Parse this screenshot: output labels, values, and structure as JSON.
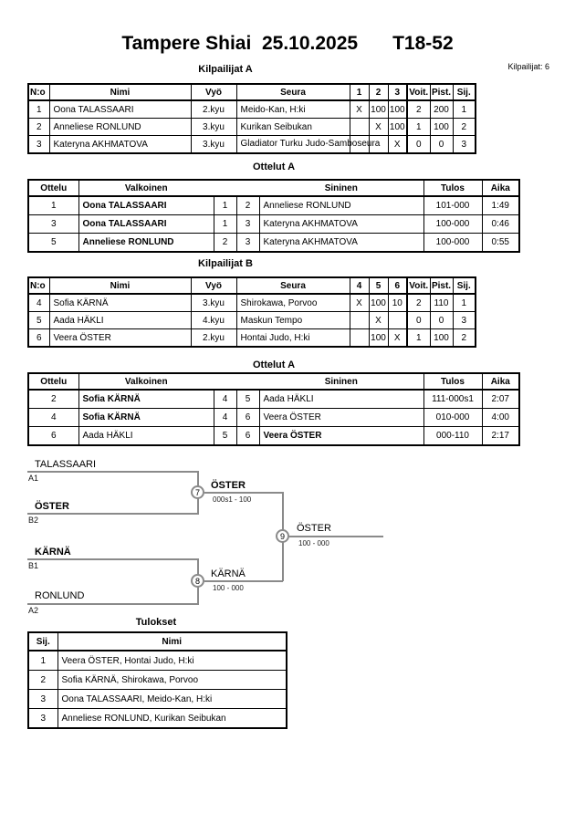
{
  "page": {
    "title_main": "Tampere Shiai  25.10.2025",
    "title_class": "T18-52",
    "competitors_count_label": "Kilpailijat: 6"
  },
  "kilpailijat_a": {
    "heading": "Kilpailijat A",
    "columns": {
      "no": "N:o",
      "name": "Nimi",
      "belt": "Vyö",
      "club": "Seura",
      "m1": "1",
      "m2": "2",
      "m3": "3",
      "wins": "Voit.",
      "points": "Pist.",
      "place": "Sij."
    },
    "rows": [
      {
        "no": "1",
        "name": "Oona TALASSAARI",
        "belt": "2.kyu",
        "club": "Meido-Kan, H:ki",
        "m1": "X",
        "m2": "100",
        "m3": "100",
        "wins": "2",
        "points": "200",
        "place": "1"
      },
      {
        "no": "2",
        "name": "Anneliese RONLUND",
        "belt": "3.kyu",
        "club": "Kurikan Seibukan",
        "m1": "",
        "m2": "X",
        "m3": "100",
        "wins": "1",
        "points": "100",
        "place": "2"
      },
      {
        "no": "3",
        "name": "Kateryna AKHMATOVA",
        "belt": "3.kyu",
        "club": "Gladiator Turku Judo-Samboseura",
        "m1": "",
        "m2": "",
        "m3": "X",
        "wins": "0",
        "points": "0",
        "place": "3"
      }
    ]
  },
  "ottelut_a": {
    "heading": "Ottelut A",
    "columns": {
      "match": "Ottelu",
      "white": "Valkoinen",
      "blue": "Sininen",
      "result": "Tulos",
      "time": "Aika"
    },
    "rows": [
      {
        "match": "1",
        "white": "Oona TALASSAARI",
        "white_no": "1",
        "blue_no": "2",
        "blue": "Anneliese RONLUND",
        "result": "101-000",
        "time": "1:49",
        "winner": "white"
      },
      {
        "match": "3",
        "white": "Oona TALASSAARI",
        "white_no": "1",
        "blue_no": "3",
        "blue": "Kateryna AKHMATOVA",
        "result": "100-000",
        "time": "0:46",
        "winner": "white"
      },
      {
        "match": "5",
        "white": "Anneliese RONLUND",
        "white_no": "2",
        "blue_no": "3",
        "blue": "Kateryna AKHMATOVA",
        "result": "100-000",
        "time": "0:55",
        "winner": "white"
      }
    ]
  },
  "kilpailijat_b": {
    "heading": "Kilpailijat B",
    "columns": {
      "no": "N:o",
      "name": "Nimi",
      "belt": "Vyö",
      "club": "Seura",
      "m1": "4",
      "m2": "5",
      "m3": "6",
      "wins": "Voit.",
      "points": "Pist.",
      "place": "Sij."
    },
    "rows": [
      {
        "no": "4",
        "name": "Sofia KÄRNÄ",
        "belt": "3.kyu",
        "club": "Shirokawa, Porvoo",
        "m1": "X",
        "m2": "100",
        "m3": "10",
        "wins": "2",
        "points": "110",
        "place": "1"
      },
      {
        "no": "5",
        "name": "Aada HÄKLI",
        "belt": "4.kyu",
        "club": "Maskun Tempo",
        "m1": "",
        "m2": "X",
        "m3": "",
        "wins": "0",
        "points": "0",
        "place": "3"
      },
      {
        "no": "6",
        "name": "Veera ÖSTER",
        "belt": "2.kyu",
        "club": "Hontai Judo, H:ki",
        "m1": "",
        "m2": "100",
        "m3": "X",
        "wins": "1",
        "points": "100",
        "place": "2"
      }
    ]
  },
  "ottelut_b": {
    "heading": "Ottelut A",
    "columns": {
      "match": "Ottelu",
      "white": "Valkoinen",
      "blue": "Sininen",
      "result": "Tulos",
      "time": "Aika"
    },
    "rows": [
      {
        "match": "2",
        "white": "Sofia KÄRNÄ",
        "white_no": "4",
        "blue_no": "5",
        "blue": "Aada HÄKLI",
        "result": "111-000s1",
        "time": "2:07",
        "winner": "white"
      },
      {
        "match": "4",
        "white": "Sofia KÄRNÄ",
        "white_no": "4",
        "blue_no": "6",
        "blue": "Veera ÖSTER",
        "result": "010-000",
        "time": "4:00",
        "winner": "white"
      },
      {
        "match": "6",
        "white": "Aada HÄKLI",
        "white_no": "5",
        "blue_no": "6",
        "blue": "Veera ÖSTER",
        "result": "000-110",
        "time": "2:17",
        "winner": "blue"
      }
    ]
  },
  "bracket": {
    "seed_a1": {
      "label": "A1",
      "name": "TALASSAARI"
    },
    "seed_b2": {
      "label": "B2",
      "name": "ÖSTER"
    },
    "seed_b1": {
      "label": "B1",
      "name": "KÄRNÄ"
    },
    "seed_a2": {
      "label": "A2",
      "name": "RONLUND"
    },
    "match7": {
      "number": "7",
      "winner": "ÖSTER",
      "score": "000s1 - 100"
    },
    "match8": {
      "number": "8",
      "winner": "KÄRNÄ",
      "score": "100 - 000"
    },
    "match9": {
      "number": "9",
      "winner": "ÖSTER",
      "score": "100 - 000"
    }
  },
  "tulokset": {
    "heading": "Tulokset",
    "columns": {
      "place": "Sij.",
      "name": "Nimi"
    },
    "rows": [
      {
        "place": "1",
        "name": "Veera ÖSTER, Hontai Judo, H:ki"
      },
      {
        "place": "2",
        "name": "Sofia KÄRNÄ, Shirokawa, Porvoo"
      },
      {
        "place": "3",
        "name": "Oona TALASSAARI, Meido-Kan, H:ki"
      },
      {
        "place": "3",
        "name": "Anneliese RONLUND, Kurikan Seibukan"
      }
    ]
  }
}
